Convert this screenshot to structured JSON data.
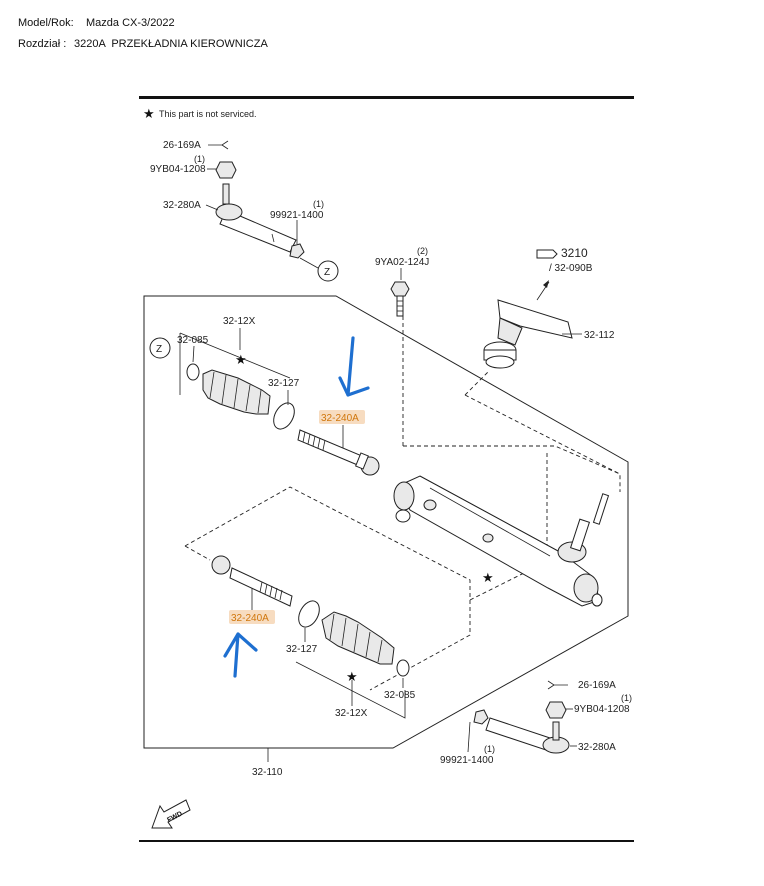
{
  "header": {
    "model_label": "Model/Rok:",
    "model_value": "Mazda CX-3/2022",
    "section_label": "Rozdział :",
    "section_value": "3220A  PRZEKŁADNIA KIEROWNICZA"
  },
  "diagram": {
    "note": "This part is not serviced.",
    "labels": {
      "p26_169A_top": "26-169A",
      "qty_nut_top": "(1)",
      "p9YB04_1208_top": "9YB04-1208",
      "p32_280A_top": "32-280A",
      "qty_99921_top": "(1)",
      "p99921_1400_top": "99921-1400",
      "z_top": "Z",
      "qty_bolt": "(2)",
      "p9YA02_124J": "9YA02-124J",
      "p3210": "3210",
      "p32_090B": "/ 32-090B",
      "p32_112": "32-112",
      "p32_12X_top": "32-12X",
      "z_left": "Z",
      "p32_085_top": "32-085",
      "p32_127_top": "32-127",
      "p32_240A_top": "32-240A",
      "p32_240A_bottom": "32-240A",
      "p32_127_bottom": "32-127",
      "p32_085_bottom": "32-085",
      "p32_12X_bottom": "32-12X",
      "p26_169A_bottom": "26-169A",
      "qty_nut_bottom": "(1)",
      "p9YB04_1208_bottom": "9YB04-1208",
      "p32_280A_bottom": "32-280A",
      "qty_99921_bottom": "(1)",
      "p99921_1400_bottom": "99921-1400",
      "p32_110": "32-110",
      "fwd": "FWD"
    }
  }
}
